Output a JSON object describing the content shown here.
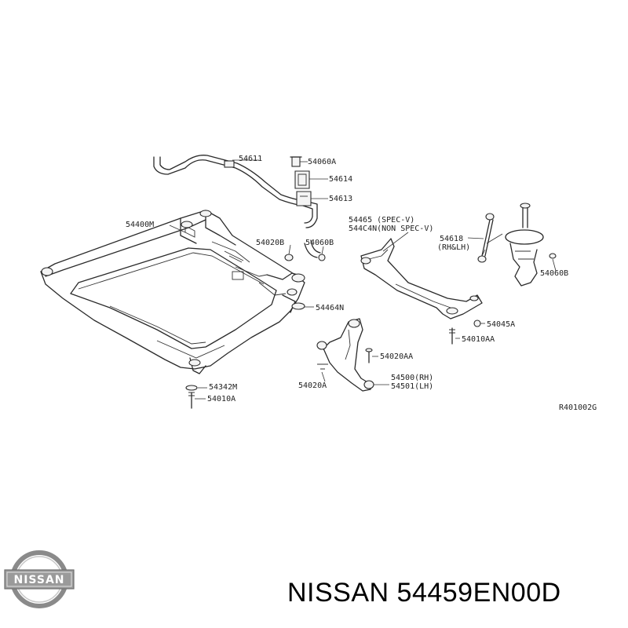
{
  "title": "NISSAN 54459EN00D",
  "brand": {
    "logo_text": "NISSAN",
    "logo_icon": "nissan-logo-icon",
    "accent": "#8a8a8a"
  },
  "diagram": {
    "code": "R401002G",
    "labels": {
      "p54611": "54611",
      "p54060A": "54060A",
      "p54614": "54614",
      "p54613": "54613",
      "p54400M": "54400M",
      "p54020B": "54020B",
      "p54060B_left": "54060B",
      "p54465": "54465 (SPEC-V)",
      "p544C4N": "544C4N(NON SPEC-V)",
      "p54618": "54618",
      "p54618_side": "(RH&LH)",
      "p54060B_right": "54060B",
      "p54464N": "54464N",
      "p54045A": "54045A",
      "p54010AA": "54010AA",
      "p54020AA": "54020AA",
      "p54500": "54500(RH)",
      "p54501": "54501(LH)",
      "p54020A": "54020A",
      "p54342M": "54342M",
      "p54010A": "54010A"
    }
  }
}
